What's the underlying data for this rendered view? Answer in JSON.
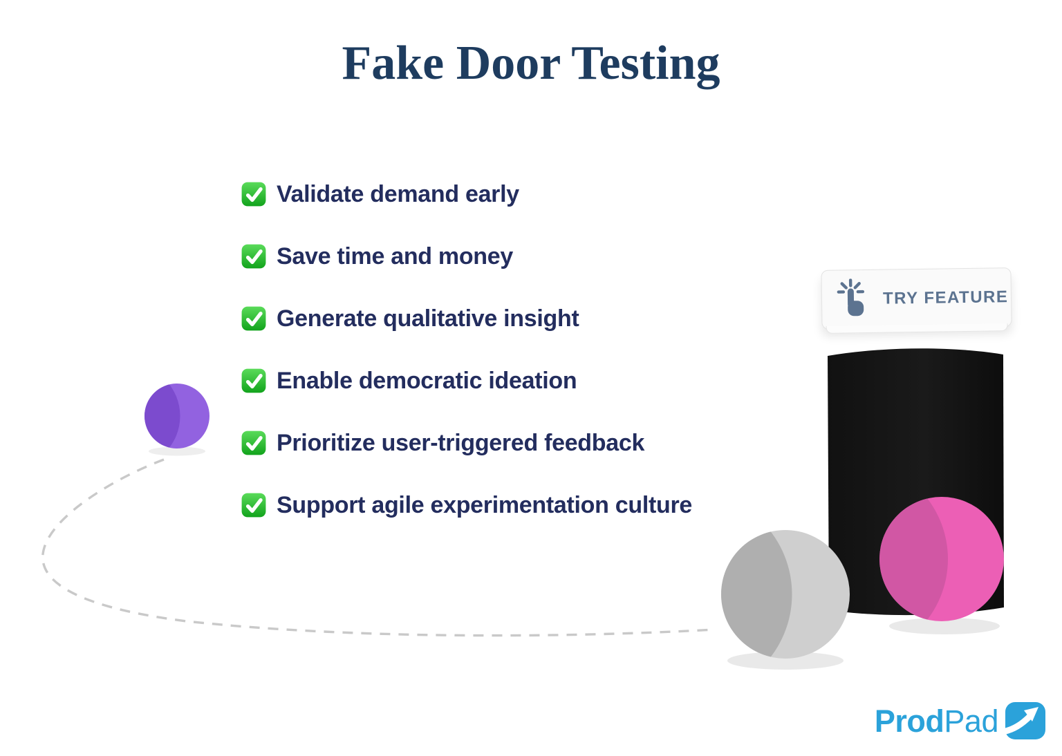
{
  "title": "Fake Door Testing",
  "checklist": {
    "items": [
      {
        "icon": "check-emoji",
        "label": "Validate demand early"
      },
      {
        "icon": "check-emoji",
        "label": "Save time and money"
      },
      {
        "icon": "check-emoji",
        "label": "Generate qualitative insight"
      },
      {
        "icon": "check-emoji",
        "label": "Enable democratic ideation"
      },
      {
        "icon": "check-emoji",
        "label": "Prioritize user-triggered feedback"
      },
      {
        "icon": "check-emoji",
        "label": "Support agile experimentation culture"
      }
    ]
  },
  "sign": {
    "icon": "tap-finger-icon",
    "label": "TRY FEATURE"
  },
  "logo": {
    "prod": "Prod",
    "pad": "Pad"
  },
  "colors": {
    "title_navy": "#1E3C5F",
    "list_navy": "#232D5E",
    "check_green": "#1FAE27",
    "sign_slate": "#5C7390",
    "brand_blue": "#2BA2DA",
    "ball_purple": "#9262E0",
    "ball_purple_shade": "#7C4BCE",
    "ball_gray": "#CFCFCF",
    "ball_gray_shade": "#AFAFAF",
    "ball_pink": "#EC5FB5",
    "ball_pink_shade": "#D157A4",
    "door_black": "#161616",
    "dash_gray": "#C9C9C9"
  }
}
